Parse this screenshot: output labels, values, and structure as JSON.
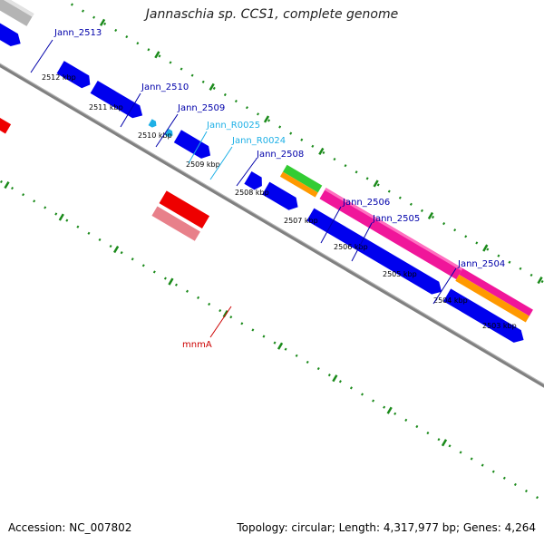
{
  "title": "Jannaschia sp. CCS1, complete genome",
  "footer": {
    "accession": "Accession: NC_007802",
    "topology": "Topology: circular; Length: 4,317,977 bp; Genes: 4,264"
  },
  "colors": {
    "backbone": "#808080",
    "cds": "#0000ee",
    "rna_label": "#1eb0e6",
    "ticks": "#1a8a1a",
    "red_gene": "#ee0000",
    "pink_gene": "#e8808a",
    "magenta_gene": "#f0169a",
    "orange_gene": "#ff9900",
    "green_gene": "#33cc33",
    "grey_gene": "#b4b4b4"
  },
  "kbp_marks": [
    "2512 kbp",
    "2511 kbp",
    "2510 kbp",
    "2509 kbp",
    "2508 kbp",
    "2507 kbp",
    "2506 kbp",
    "2505 kbp",
    "2504 kbp",
    "2503 kbp"
  ],
  "gene_labels": {
    "jann_2513": "Jann_2513",
    "jann_2510": "Jann_2510",
    "jann_2509": "Jann_2509",
    "jann_r0025": "Jann_R0025",
    "jann_r0024": "Jann_R0024",
    "jann_2508": "Jann_2508",
    "jann_2506": "Jann_2506",
    "jann_2505": "Jann_2505",
    "jann_2504": "Jann_2504",
    "mnma": "mnmA"
  }
}
